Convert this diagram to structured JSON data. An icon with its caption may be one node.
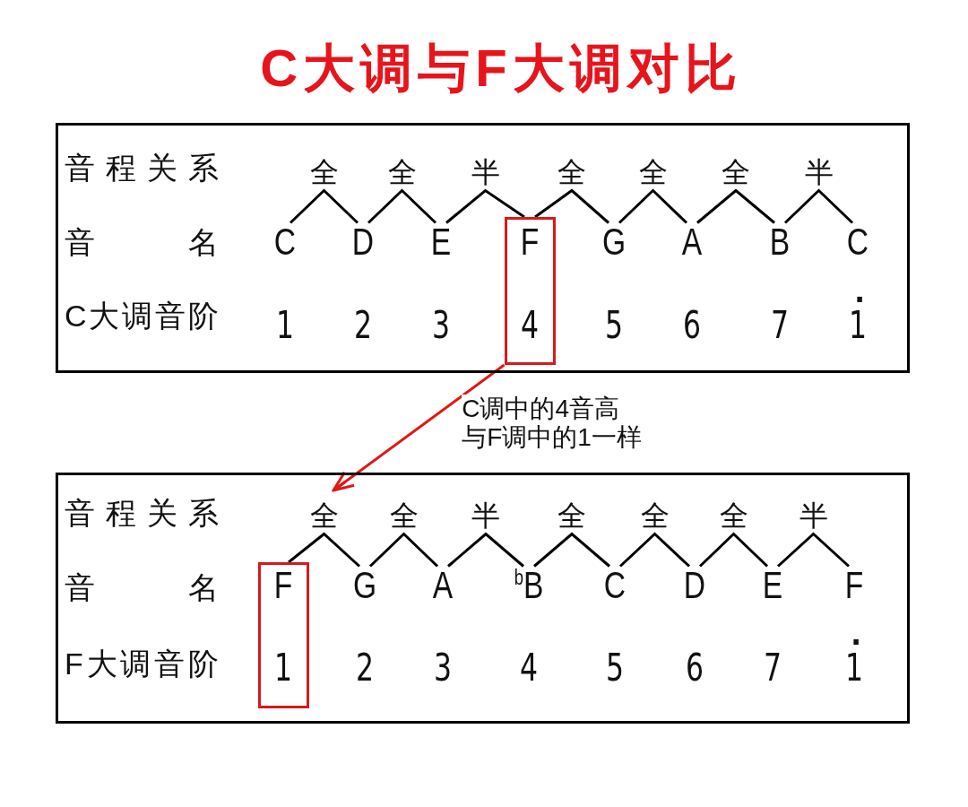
{
  "diagram": {
    "title": "C大调与F大调对比",
    "nodes": [
      {
        "text": [
          "音程关系",
          "音名",
          "C大调音阶"
        ]
      },
      {
        "text": [
          "C",
          "1"
        ],
        "in": 0
      },
      {
        "text": [
          "D",
          "2"
        ],
        "in": 0
      },
      {
        "text": [
          "E",
          "3"
        ],
        "in": 0
      },
      {
        "text": [
          "F",
          "4"
        ],
        "in": 0
      },
      {
        "text": [
          "G",
          "5"
        ],
        "in": 0
      },
      {
        "text": [
          "A",
          "6"
        ],
        "in": 0
      },
      {
        "text": [
          "B",
          "7"
        ],
        "in": 0
      },
      {
        "text": [
          "C",
          "1̇"
        ],
        "in": 0
      },
      {
        "text": [
          "音程关系",
          "音名",
          "F大调音阶"
        ]
      },
      {
        "text": [
          "F",
          "1"
        ],
        "in": 9
      },
      {
        "text": [
          "G",
          "2"
        ],
        "in": 9
      },
      {
        "text": [
          "A",
          "3"
        ],
        "in": 9
      },
      {
        "text": [
          "$^{b}$B",
          "4"
        ],
        "in": 9
      },
      {
        "text": [
          "C",
          "5"
        ],
        "in": 9
      },
      {
        "text": [
          "D",
          "6"
        ],
        "in": 9
      },
      {
        "text": [
          "E",
          "7"
        ],
        "in": 9
      },
      {
        "text": [
          "F",
          "1̇"
        ],
        "in": 9
      }
    ],
    "edges": [
      {
        "from": 1,
        "to": 2,
        "arrow": "none",
        "label": "全"
      },
      {
        "from": 2,
        "to": 3,
        "arrow": "none",
        "label": "全"
      },
      {
        "from": 3,
        "to": 4,
        "arrow": "none",
        "label": "半"
      },
      {
        "from": 4,
        "to": 5,
        "arrow": "none",
        "label": "全"
      },
      {
        "from": 5,
        "to": 6,
        "arrow": "none",
        "label": "全"
      },
      {
        "from": 6,
        "to": 7,
        "arrow": "none",
        "label": "全"
      },
      {
        "from": 7,
        "to": 8,
        "arrow": "none",
        "label": "半"
      },
      {
        "from": 4,
        "to": 9,
        "arrow": "to",
        "label": "C调中的4音高与F调中的1一样",
        "color": "#e01818"
      },
      {
        "from": 10,
        "to": 11,
        "arrow": "none",
        "label": "全"
      },
      {
        "from": 11,
        "to": 12,
        "arrow": "none",
        "label": "全"
      },
      {
        "from": 12,
        "to": 13,
        "arrow": "none",
        "label": "半"
      },
      {
        "from": 13,
        "to": 14,
        "arrow": "none",
        "label": "全"
      },
      {
        "from": 14,
        "to": 15,
        "arrow": "none",
        "label": "全"
      },
      {
        "from": 15,
        "to": 16,
        "arrow": "none",
        "label": "全"
      },
      {
        "from": 16,
        "to": 17,
        "arrow": "none",
        "label": "半"
      }
    ]
  }
}
